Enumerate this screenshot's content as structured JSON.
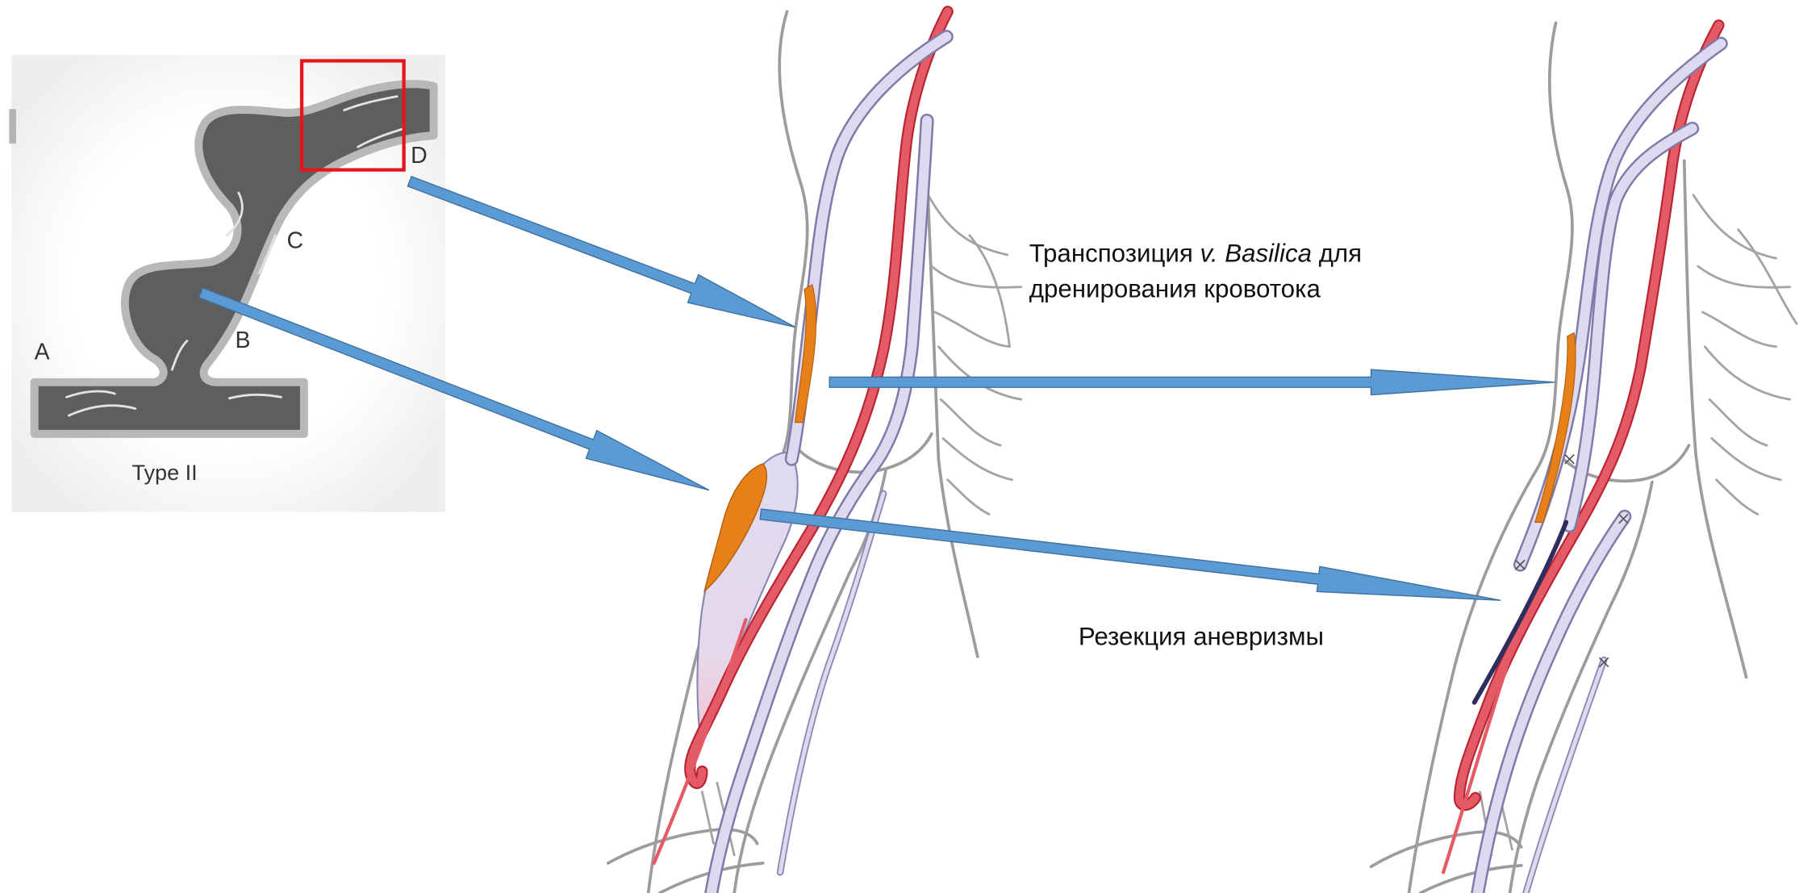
{
  "inset": {
    "labels": {
      "a": "A",
      "b": "B",
      "c": "C",
      "d": "D",
      "type": "Type II"
    }
  },
  "annotations": {
    "transposition": {
      "before": "Транспозиция ",
      "italic": "v. Basilica",
      "after": " для",
      "line2": "дренирования кровотока"
    },
    "resection": "Резекция аневризмы"
  },
  "colors": {
    "arrow": "#5b9bd5",
    "artery": "#e45a65",
    "vein": "#dcd9f0",
    "aneurysm": "#e8801a",
    "highlight_box": "#e8141c",
    "inset_vessel": "#5e5e5e"
  }
}
